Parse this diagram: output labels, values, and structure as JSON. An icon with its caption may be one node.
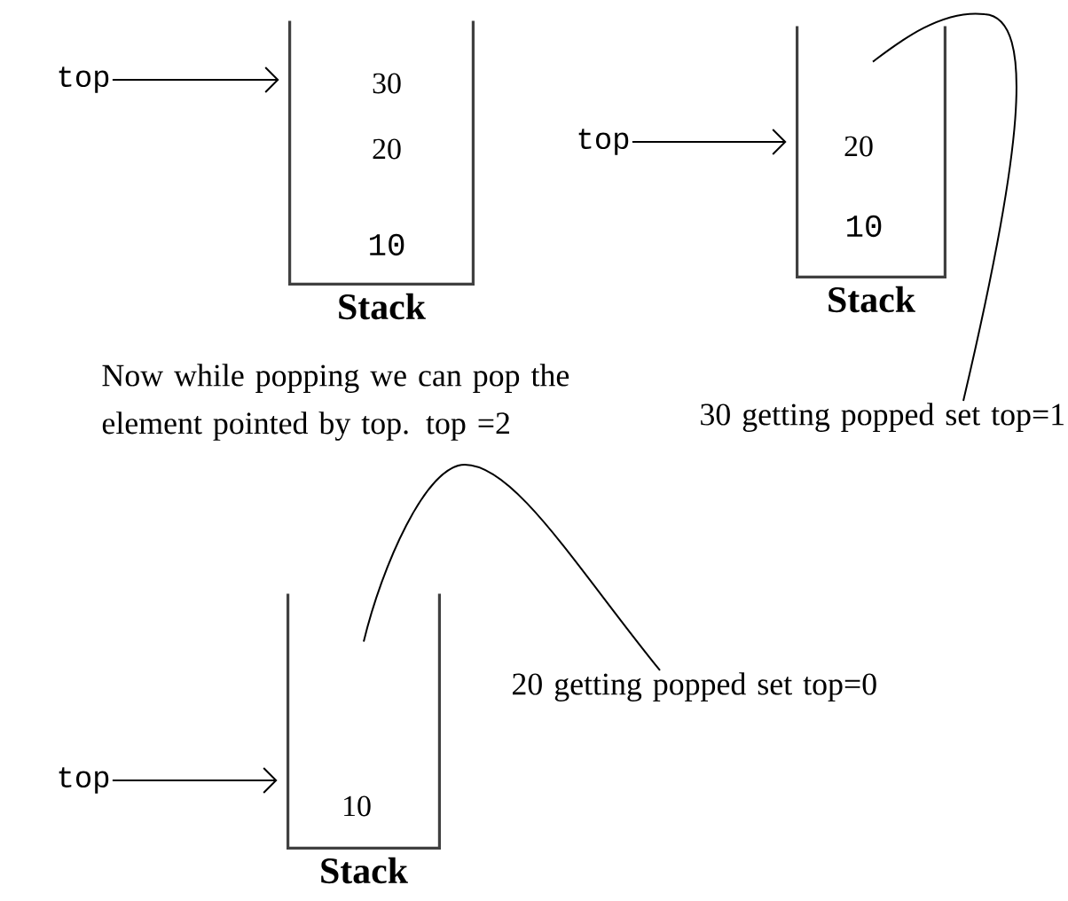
{
  "diagram": {
    "nodes": [
      {
        "text": [
          "top"
        ]
      },
      {
        "text": [
          "Stack"
        ]
      },
      {
        "text": [
          "30"
        ],
        "in": 1
      },
      {
        "text": [
          "20"
        ],
        "in": 1
      },
      {
        "text": [
          "10"
        ],
        "in": 1
      },
      {
        "text": [
          "top"
        ]
      },
      {
        "text": [
          "Stack"
        ]
      },
      {
        "text": [
          "20"
        ],
        "in": 6
      },
      {
        "text": [
          "10"
        ],
        "in": 6
      },
      {
        "text": [
          "30 getting popped set top=1"
        ]
      },
      {
        "text": [
          "top"
        ]
      },
      {
        "text": [
          "Stack"
        ]
      },
      {
        "text": [
          "10"
        ],
        "in": 11
      },
      {
        "text": [
          "20 getting popped set top=0"
        ]
      }
    ],
    "edges": [
      {
        "from": 0,
        "to": 1,
        "arrow": "to"
      },
      {
        "from": 5,
        "to": 6,
        "arrow": "to"
      },
      {
        "from": 9,
        "to": 6,
        "arrow": "none"
      },
      {
        "from": 13,
        "to": 11,
        "arrow": "none"
      },
      {
        "from": 10,
        "to": 11,
        "arrow": "to"
      }
    ],
    "labels": [
      "Now while popping we can pop the element pointed by top. top =2"
    ]
  }
}
